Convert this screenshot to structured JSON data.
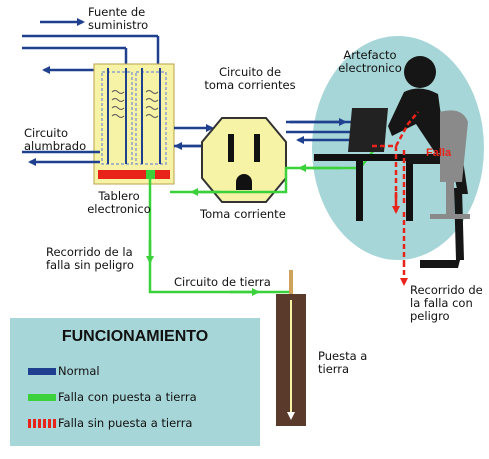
{
  "labels": {
    "supply_source": "Fuente de\nsuministro",
    "outlet_circuit": "Circuito de\ntoma corrientes",
    "electronic_device": "Artefacto\nelectronico",
    "lighting_circuit": "Circuito\nalumbrado",
    "electronic_board": "Tablero\nelectronico",
    "outlet": "Toma corriente",
    "fault_tag": "Falla",
    "fault_path_safe": "Recorrido de la\nfalla sin peligro",
    "ground_circuit": "Circuito de tierra",
    "fault_path_danger": "Recorrido de\nla falla con\npeligro",
    "grounding": "Puesta a\ntierra"
  },
  "legend": {
    "title": "FUNCIONAMIENTO",
    "items": [
      {
        "label": "Normal",
        "color": "#1f3f8f",
        "style": "solid"
      },
      {
        "label": "Falla con puesta a tierra",
        "color": "#3bd13b",
        "style": "solid"
      },
      {
        "label": "Falla sin puesta a tierra",
        "color": "#e8231a",
        "style": "dashed"
      }
    ]
  },
  "colors": {
    "normal": "#1f3f8f",
    "ground_fault": "#3bd13b",
    "no_ground_fault": "#e8231a",
    "panel": "#f7f3a6",
    "device_bubble": "#a7d6d8",
    "ground_rod": "#5a3a2a"
  }
}
